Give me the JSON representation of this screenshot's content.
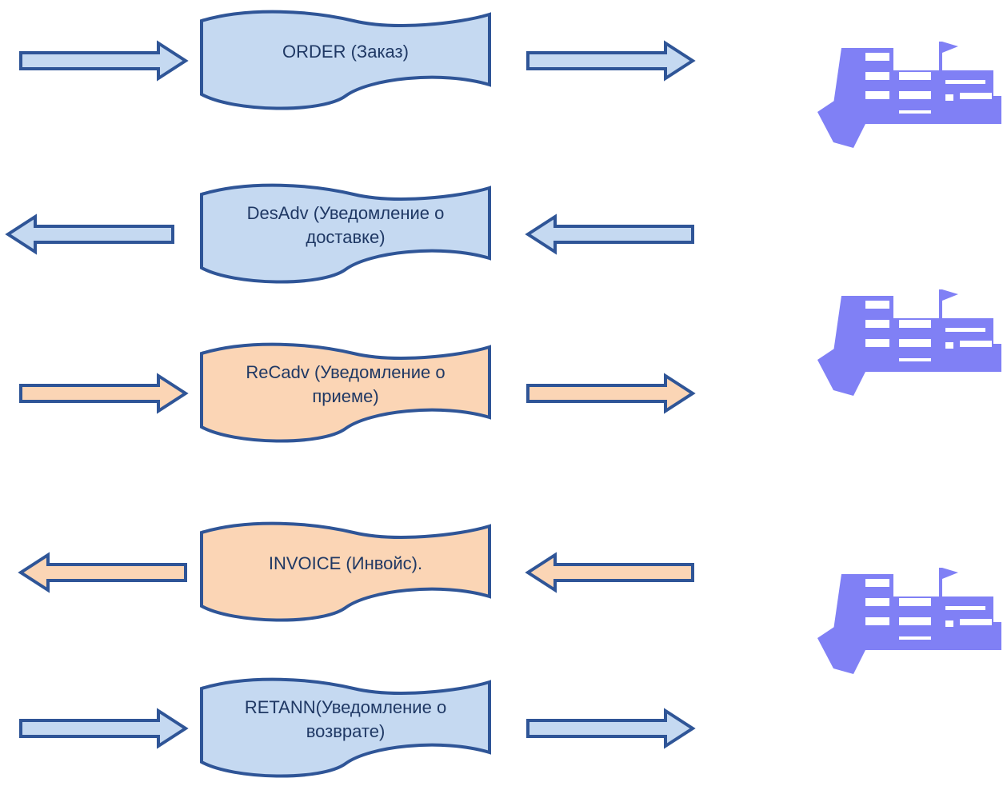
{
  "documents": [
    {
      "label": "ORDER (Заказ)",
      "fill": "#c5d9f1",
      "left_arrow": "right",
      "right_arrow": "right"
    },
    {
      "label": "DesAdv (Уведомление о доставке)",
      "fill": "#c5d9f1",
      "left_arrow": "left",
      "right_arrow": "left"
    },
    {
      "label": "ReCadv (Уведомление о приеме)",
      "fill": "#fbd5b5",
      "left_arrow": "right",
      "right_arrow": "right"
    },
    {
      "label": "INVOICE (Инвойс).",
      "fill": "#fbd5b5",
      "left_arrow": "left",
      "right_arrow": "left"
    },
    {
      "label": "RETANN(Уведомление о возврате)",
      "fill": "#c5d9f1",
      "left_arrow": "right",
      "right_arrow": "right"
    }
  ],
  "colors": {
    "stroke": "#2f5597",
    "blue_fill": "#c5d9f1",
    "orange_fill": "#fbd5b5",
    "building": "#8080f5"
  },
  "building_icon": "building-icon",
  "building_count": 3
}
